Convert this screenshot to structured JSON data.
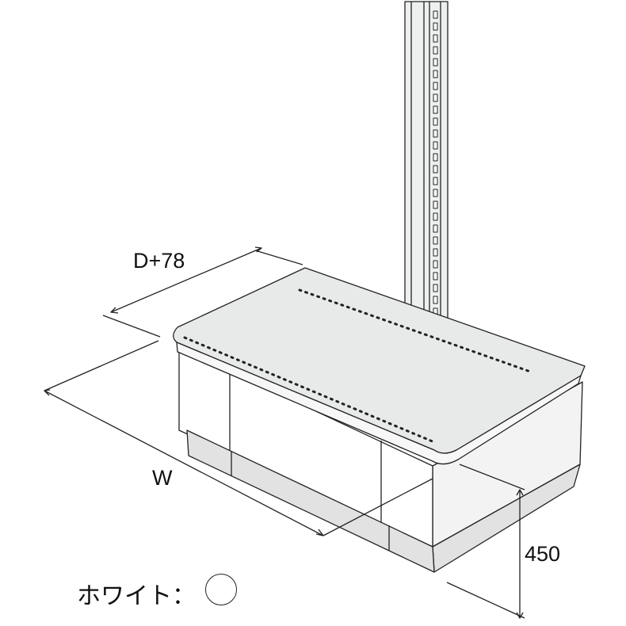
{
  "dimensions": {
    "depth_label": "D+78",
    "width_label": "W",
    "height_label": "450"
  },
  "legend": {
    "label": "ホワイト：",
    "swatch_color": "#ffffff"
  },
  "colors": {
    "top_surface": "#e8e9e9",
    "side_face": "#f3f3f3",
    "front_face": "#ffffff",
    "plinth": "#e2e2e2",
    "outline": "#222222"
  }
}
